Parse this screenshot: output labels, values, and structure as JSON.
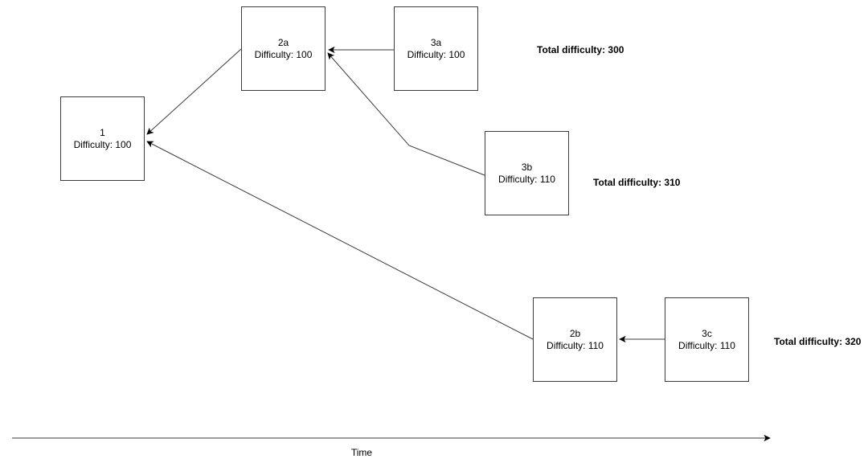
{
  "diagram": {
    "kind": "blockchain-fork-total-difficulty",
    "nodes": [
      {
        "id": "1",
        "label": "1",
        "difficulty": "Difficulty: 100"
      },
      {
        "id": "2a",
        "label": "2a",
        "difficulty": "Difficulty: 100"
      },
      {
        "id": "3a",
        "label": "3a",
        "difficulty": "Difficulty: 100"
      },
      {
        "id": "3b",
        "label": "3b",
        "difficulty": "Difficulty: 110"
      },
      {
        "id": "2b",
        "label": "2b",
        "difficulty": "Difficulty: 110"
      },
      {
        "id": "3c",
        "label": "3c",
        "difficulty": "Difficulty: 110"
      }
    ],
    "edges": [
      {
        "from": "3a",
        "to": "2a"
      },
      {
        "from": "3b",
        "to": "2a"
      },
      {
        "from": "2a",
        "to": "1"
      },
      {
        "from": "2b",
        "to": "1"
      },
      {
        "from": "3c",
        "to": "2b"
      }
    ],
    "annotations": [
      {
        "text": "Total difficulty: 300"
      },
      {
        "text": "Total difficulty: 310"
      },
      {
        "text": "Total difficulty: 320"
      }
    ],
    "time_axis": {
      "label": "Time"
    },
    "colors": {
      "background": "#ffffff",
      "node_border": "#3b3b3b",
      "connector": "#3b3b3b",
      "text": "#000000"
    }
  }
}
